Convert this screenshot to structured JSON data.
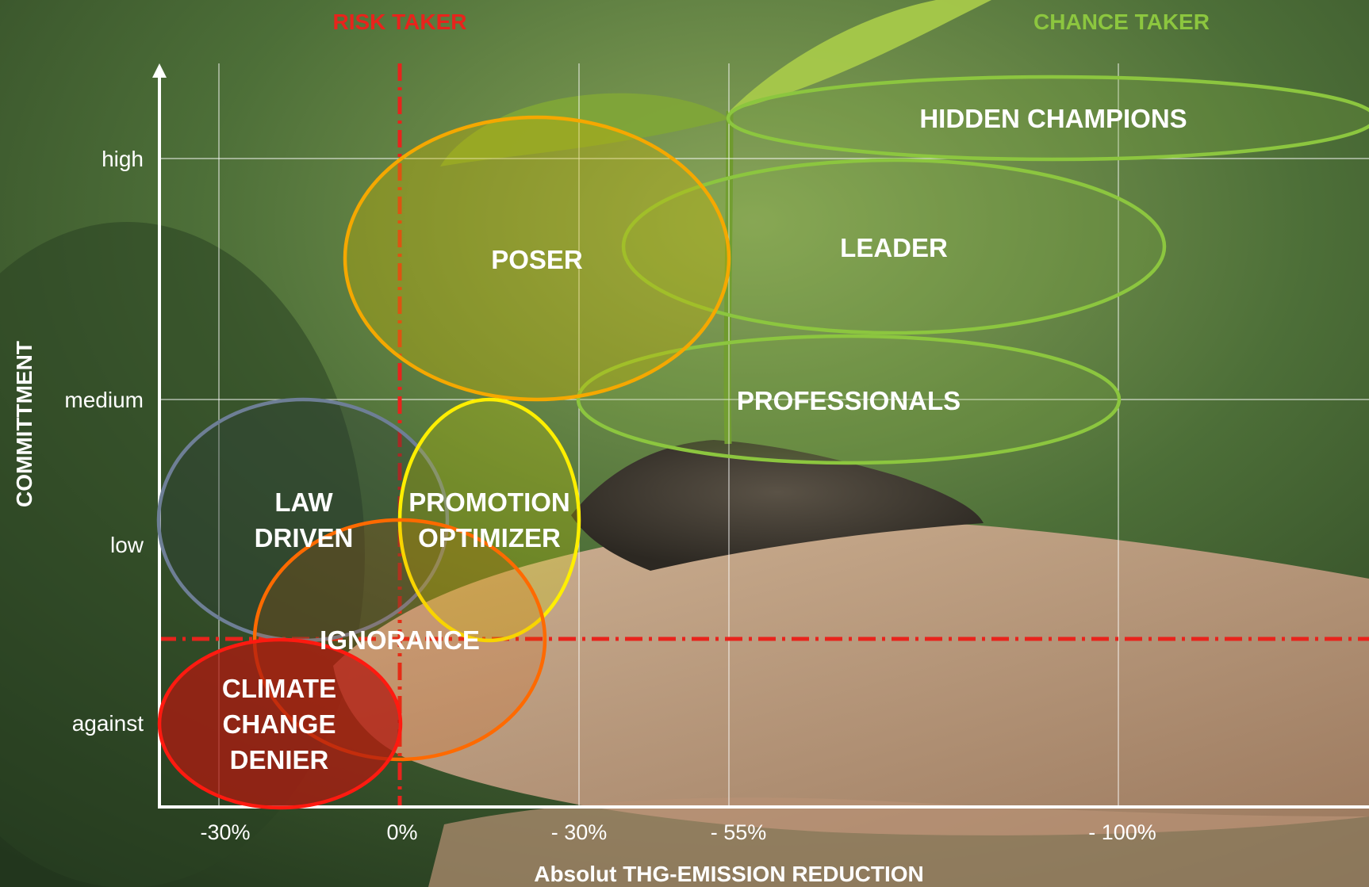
{
  "header": {
    "risk_taker": "RISK TAKER",
    "chance_taker": "CHANCE TAKER"
  },
  "axes": {
    "y_title": "COMMITTMENT",
    "x_title": "Absolut THG-EMISSION REDUCTION",
    "y_ticks": [
      "high",
      "medium",
      "low",
      "against"
    ],
    "x_ticks": [
      "-30%",
      "0%",
      "- 30%",
      "- 55%",
      "- 100%"
    ]
  },
  "segments": [
    {
      "id": "hidden-champions",
      "lines": [
        "HIDDEN CHAMPIONS"
      ],
      "color": "#8cc63f"
    },
    {
      "id": "leader",
      "lines": [
        "LEADER"
      ],
      "color": "#8cc63f"
    },
    {
      "id": "poser",
      "lines": [
        "POSER"
      ],
      "color": "#f5a800"
    },
    {
      "id": "professionals",
      "lines": [
        "PROFESSIONALS"
      ],
      "color": "#8cc63f"
    },
    {
      "id": "law-driven",
      "lines": [
        "LAW",
        "DRIVEN"
      ],
      "color": "#6e7f96"
    },
    {
      "id": "promotion-optimizer",
      "lines": [
        "PROMOTION",
        "OPTIMIZER"
      ],
      "color": "#ffef00"
    },
    {
      "id": "ignorance",
      "lines": [
        "IGNORANCE"
      ],
      "color": "#ff6a00"
    },
    {
      "id": "climate-change-denier",
      "lines": [
        "CLIMATE",
        "CHANGE",
        "DENIER"
      ],
      "color": "#e8231c"
    }
  ],
  "colors": {
    "threshold_line": "#e8231c",
    "risk_taker": "#e8231c",
    "chance_taker": "#8cc63f",
    "label_text": "#ffffff"
  }
}
